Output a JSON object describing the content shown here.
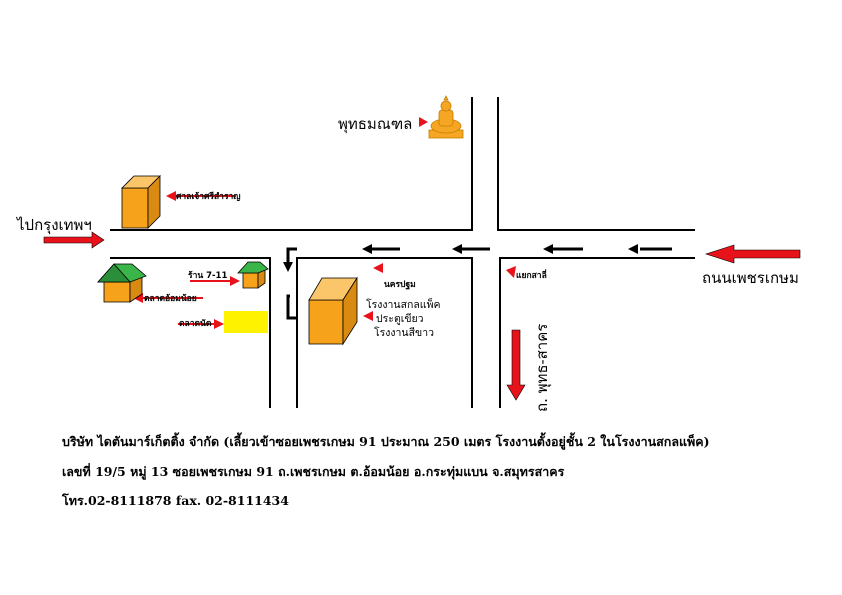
{
  "labels": {
    "phutthamonthon": "พุทธมณฑล",
    "to_bangkok": "ไปกรุงเทพฯ",
    "phetkasem_road": "ถนนเพชรเกษม",
    "intersection": "แยกสาลี่",
    "nakhon_pathom": "นครปฐม",
    "seven_eleven": "ร้าน 7-11",
    "shrine": "ศาลเจ้าศรีสำราญ",
    "om_noi_market": "ตลาดอ้อมน้อย",
    "talad_nat": "ตลาดนัด",
    "factory_lines": [
      "โรงงานสกลแพ็ค",
      "ประตูเขียว",
      "โรงงานสีขาว"
    ],
    "phutthasakhon_road": "ถ. พุทธ-สาคร"
  },
  "company": {
    "line1": "บริษัท ไดตันมาร์เก็ตติ้ง จำกัด (เลี้ยวเข้าซอยเพชรเกษม 91 ประมาณ 250 เมตร โรงงานตั้งอยู่ชั้น 2 ในโรงงานสกลแพ็ค)",
    "line2": "เลขที่ 19/5 หมู่ 13 ซอยเพชรเกษม 91 ถ.เพชรเกษม ต.อ้อมน้อย อ.กระทุ่มแบน จ.สมุทรสาคร",
    "line3": "โทร.02-8111878 fax. 02-8111434"
  },
  "colors": {
    "arrow_red": "#e8121b",
    "box_orange": "#f7a21b",
    "roof_green": "#39b54a",
    "market_yellow": "#fff200",
    "buddha_gold": "#f5a623"
  },
  "icons": [
    "buddha-statue-icon",
    "building-icon",
    "house-icon",
    "red-arrow-icon",
    "direction-arrow-icon"
  ]
}
